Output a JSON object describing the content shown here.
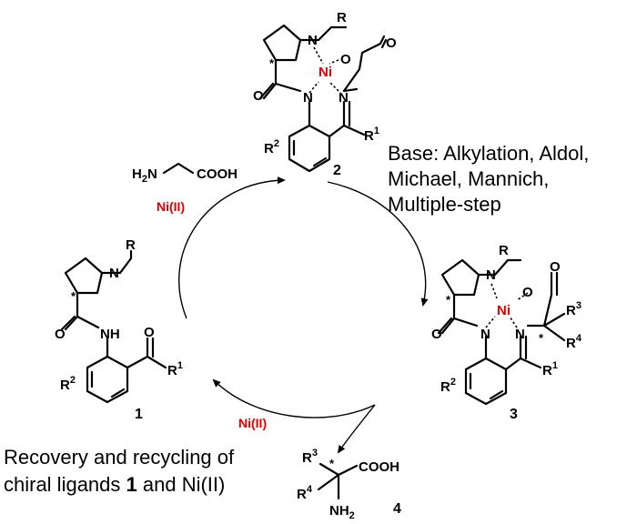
{
  "compound_labels": {
    "c1": "1",
    "c2": "2",
    "c3": "3",
    "c4": "4"
  },
  "atoms": {
    "N": "N",
    "NH": "NH",
    "O": "O",
    "R": "R",
    "R1": "R",
    "R2": "R",
    "R3": "R",
    "R4": "R",
    "sup1": "1",
    "sup2": "2",
    "sup3": "3",
    "sup4": "4",
    "Ni": "Ni",
    "H2N": "H",
    "H2N_sub": "2",
    "H2N_N": "N",
    "COOH": "COOH",
    "NH2": "NH",
    "NH2_sub": "2",
    "star": "*"
  },
  "reagents": {
    "glycine_top": "Ni(II)",
    "recycle": "Ni(II)"
  },
  "base_note": [
    "Base: Alkylation, Aldol,",
    "Michael, Mannich,",
    "Multiple-step"
  ],
  "recovery_note": {
    "line1": "Recovery and recycling of",
    "line2_pre": "chiral ligands ",
    "line2_bold": "1",
    "line2_post": " and Ni(II)"
  },
  "colors": {
    "nickel": "#e00000",
    "ink": "#000000"
  }
}
